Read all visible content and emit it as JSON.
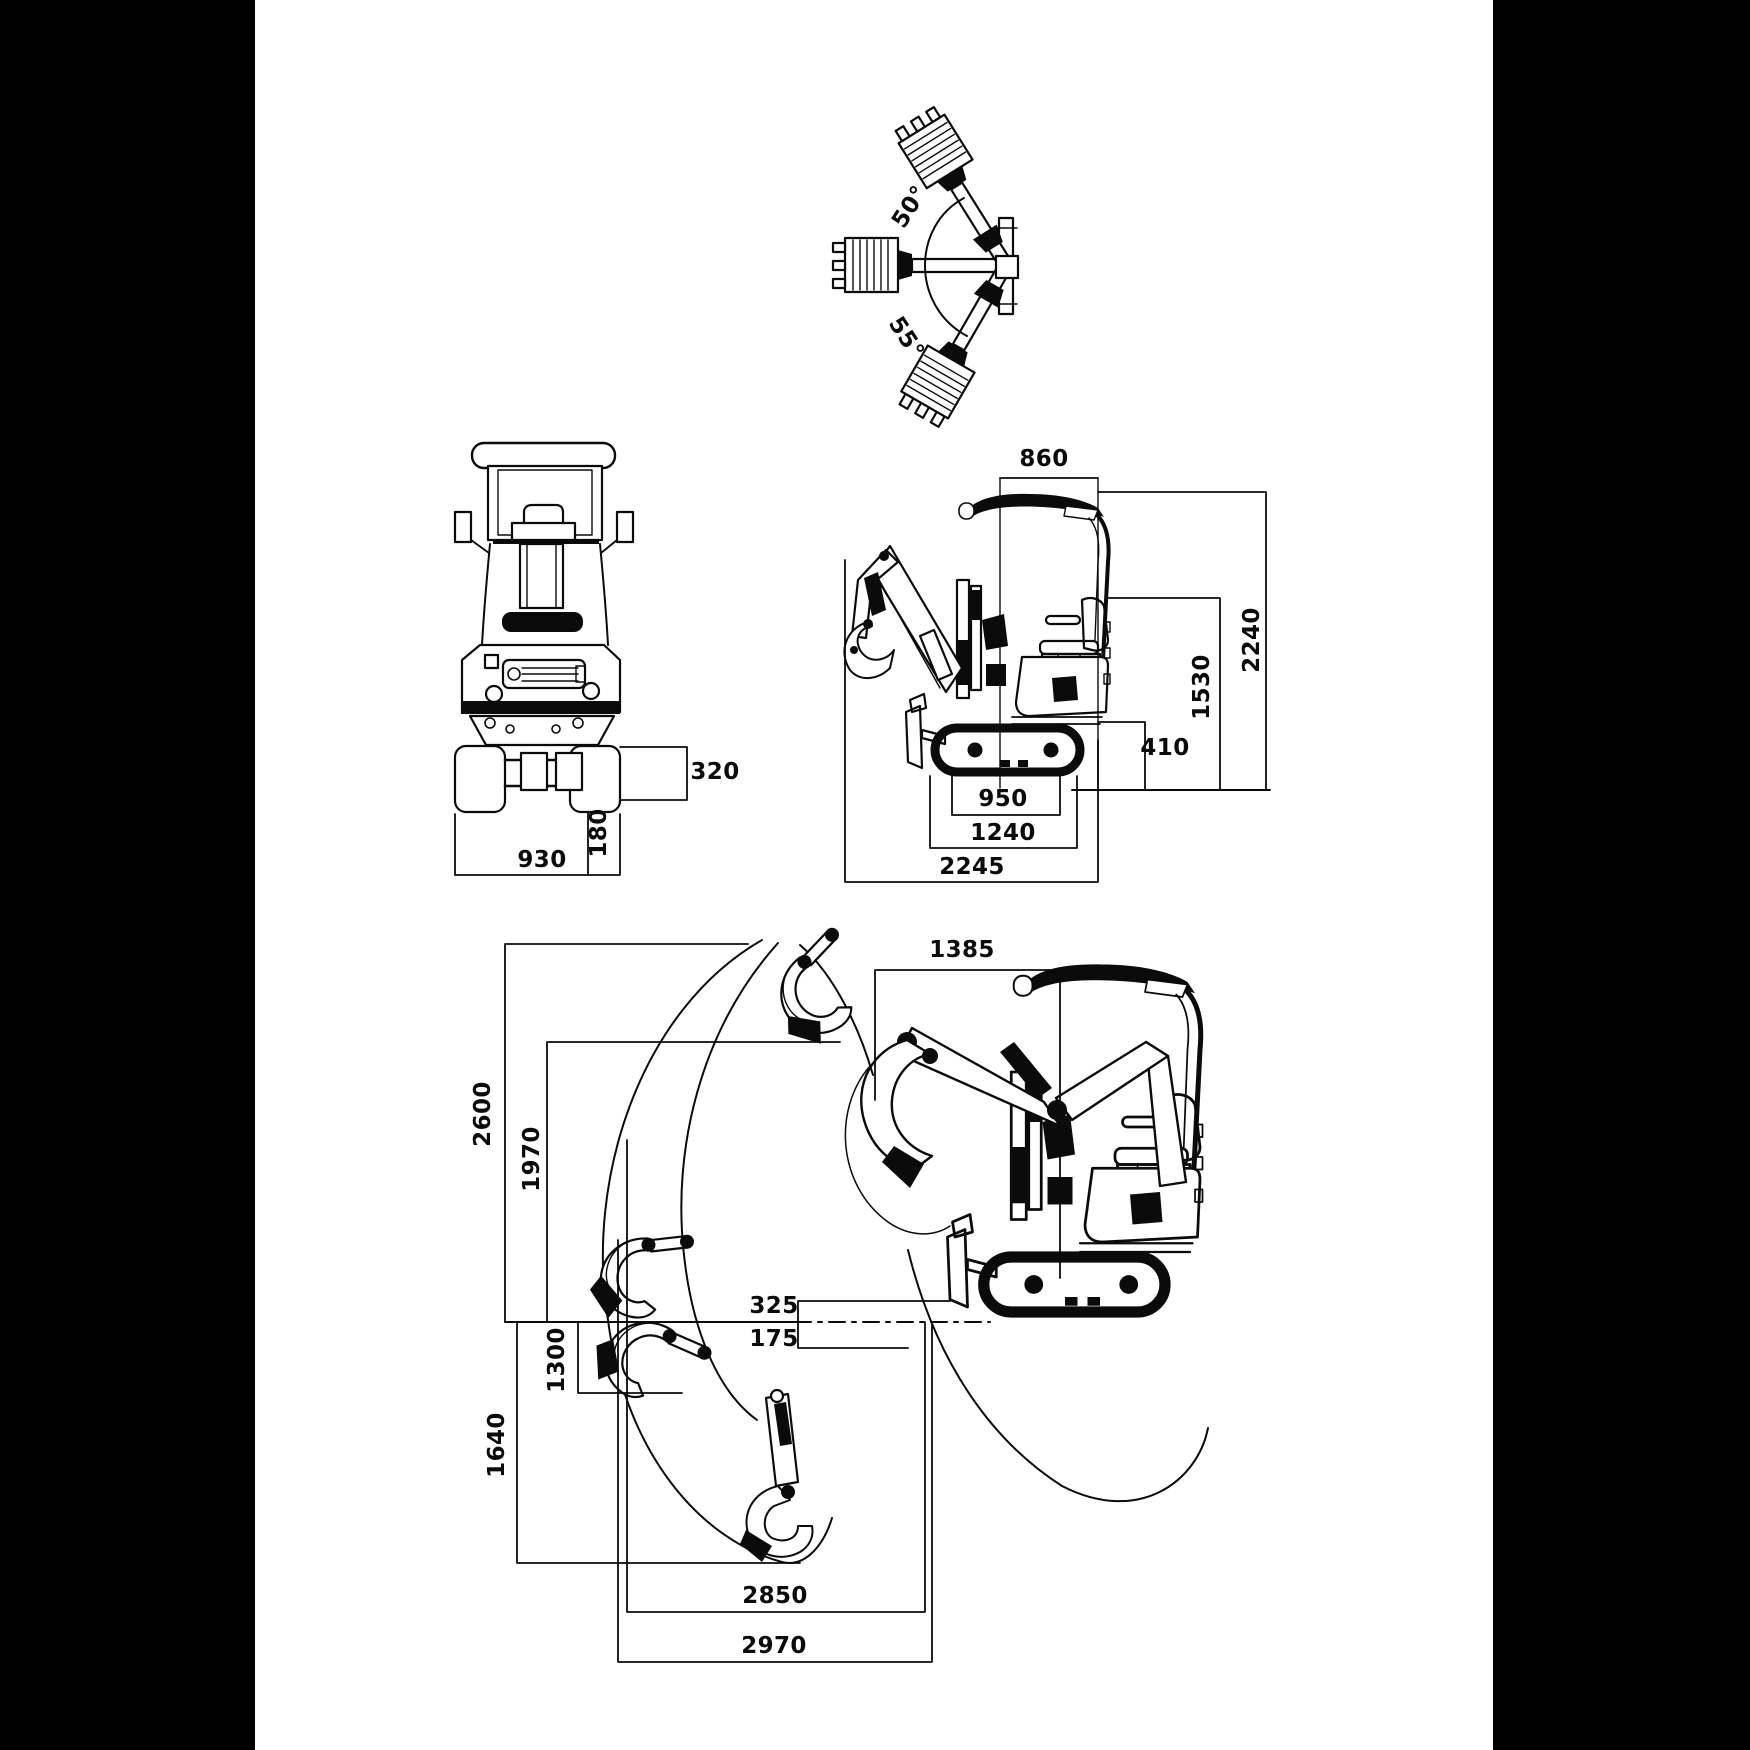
{
  "colors": {
    "ink": "#0b0b0b",
    "paper": "#ffffff",
    "letterbox": "#000000"
  },
  "views": {
    "top": {
      "swing_left": "50°",
      "swing_right": "55°"
    },
    "front": {
      "clearance": "320",
      "track_shoe_width": "180",
      "overall_width": "930"
    },
    "side": {
      "canopy_width": "860",
      "overall_height": "2240",
      "cover_height": "1530",
      "track_height": "410",
      "wheelbase": "950",
      "track_length": "1240",
      "overall_length": "2245"
    },
    "range": {
      "front_swing_radius": "1385",
      "max_dump_height": "2600",
      "dump_height": "1970",
      "blade_raise": "325",
      "blade_drop": "175",
      "vertical_dig_depth": "1300",
      "max_dig_depth": "1640",
      "dig_reach_ground": "2850",
      "max_dig_reach": "2970"
    }
  }
}
